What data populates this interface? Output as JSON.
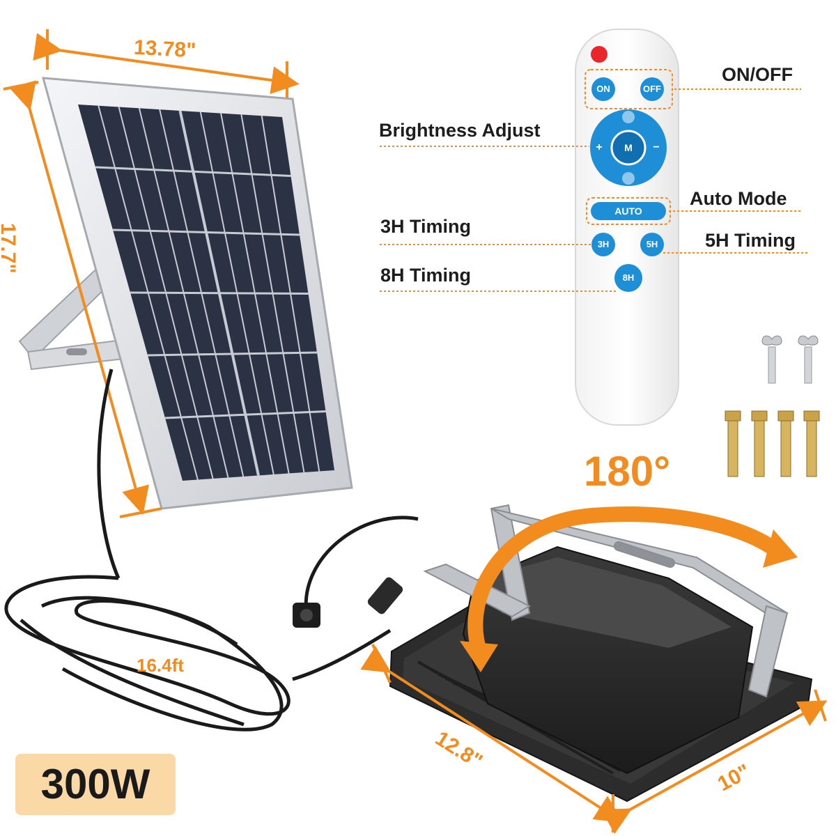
{
  "product": {
    "wattage_badge": "300W",
    "rotation_angle": "180°",
    "colors": {
      "accent": "#f28c1e",
      "badge_bg": "#fbd9a6",
      "remote_button": "#1e8fd6",
      "panel_cell": "#2b3244",
      "light_body": "#2a2a2a"
    }
  },
  "dimensions": {
    "panel_width": "13.78\"",
    "panel_height": "17.7\"",
    "cable_length": "16.4ft",
    "light_length": "12.8\"",
    "light_width": "10\""
  },
  "remote": {
    "buttons": {
      "on": "ON",
      "off": "OFF",
      "plus": "+",
      "minus": "−",
      "mode": "M",
      "auto": "AUTO",
      "h3": "3H",
      "h5": "5H",
      "h8": "8H"
    },
    "callouts": {
      "on_off": "ON/OFF",
      "brightness": "Brightness Adjust",
      "auto_mode": "Auto Mode",
      "timing_3h": "3H Timing",
      "timing_5h": "5H Timing",
      "timing_8h": "8H Timing"
    }
  },
  "accessories": {
    "icons": [
      "wing-bolt-icon",
      "expansion-anchor-icon"
    ]
  }
}
